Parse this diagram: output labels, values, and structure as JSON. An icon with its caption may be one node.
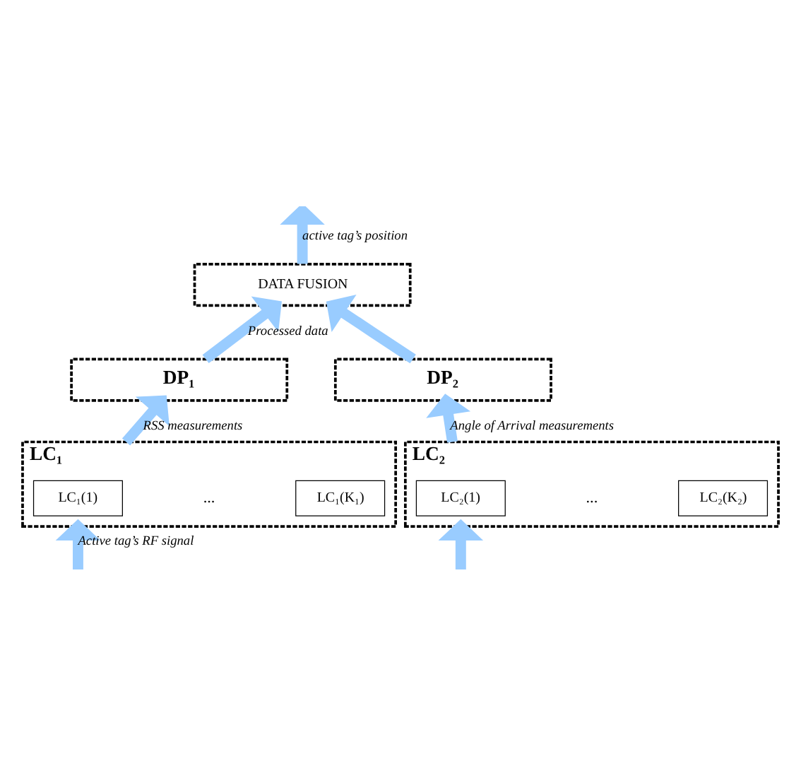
{
  "diagram": {
    "nodes": [
      {
        "text": [
          "DATA FUSION"
        ]
      },
      {
        "text": [
          "DP₁"
        ]
      },
      {
        "text": [
          "DP₂"
        ]
      },
      {
        "text": [
          "LC₁"
        ]
      },
      {
        "text": [
          "LC₁(1)"
        ],
        "in": 3
      },
      {
        "text": [
          "LC₁(K₁)"
        ],
        "in": 3
      },
      {
        "text": [
          "LC₂"
        ]
      },
      {
        "text": [
          "LC₂(1)"
        ],
        "in": 6
      },
      {
        "text": [
          "LC₂(K₂)"
        ],
        "in": 6
      }
    ],
    "edges": [
      {
        "from": 0,
        "to": null,
        "arrow": "to",
        "label": "active tag’s position"
      },
      {
        "from": 1,
        "to": 0,
        "arrow": "to",
        "label": "Processed data"
      },
      {
        "from": 2,
        "to": 0,
        "arrow": "to"
      },
      {
        "from": 3,
        "to": 1,
        "arrow": "to",
        "label": "RSS measurements"
      },
      {
        "from": 6,
        "to": 2,
        "arrow": "to",
        "label": "Angle of Arrival measurements"
      },
      {
        "from": null,
        "to": 3,
        "arrow": "to",
        "label": "Active tag’s RF signal"
      },
      {
        "from": null,
        "to": 6,
        "arrow": "to"
      }
    ],
    "labels": [
      "...",
      "..."
    ]
  }
}
